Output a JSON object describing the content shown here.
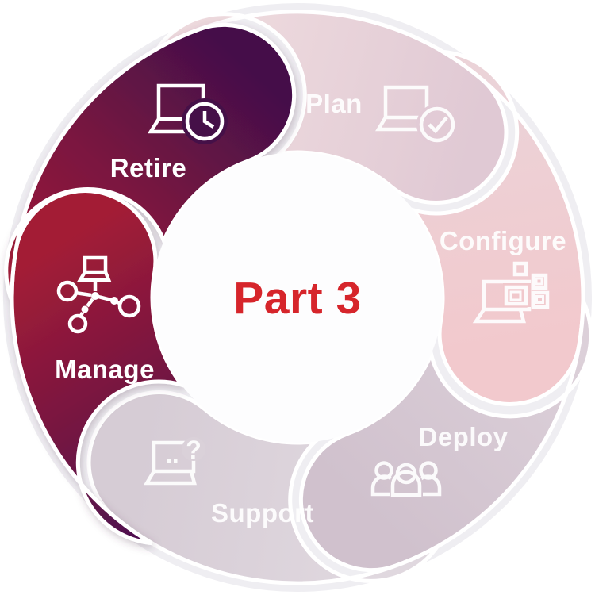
{
  "diagram": {
    "center_label": "Part 3",
    "center_label_color": "#D6252B",
    "background_ring_color": "#EFEEF2",
    "highlight_gradient": [
      "#A31D36",
      "#7A1540",
      "#481049"
    ],
    "segments": [
      {
        "label": "Plan",
        "icon": "laptop-check",
        "state": "faded",
        "colors": [
          "#ECD8DC",
          "#E0C9D4"
        ]
      },
      {
        "label": "Configure",
        "icon": "laptop-apps",
        "state": "faded",
        "colors": [
          "#EBD3D8",
          "#F2C9CD"
        ]
      },
      {
        "label": "Deploy",
        "icon": "people-group",
        "state": "faded",
        "colors": [
          "#DCD0D9",
          "#D0C1CD"
        ]
      },
      {
        "label": "Support",
        "icon": "laptop-question",
        "state": "faded",
        "colors": [
          "#E0D8DF",
          "#D6CCD5"
        ],
        "icon_question": "?"
      },
      {
        "label": "Manage",
        "icon": "network-topology",
        "state": "highlighted",
        "colors": [
          "#A31D36",
          "#4F1150"
        ]
      },
      {
        "label": "Retire",
        "icon": "laptop-clock",
        "state": "highlighted",
        "colors": [
          "#A31D36",
          "#451049"
        ]
      }
    ]
  }
}
